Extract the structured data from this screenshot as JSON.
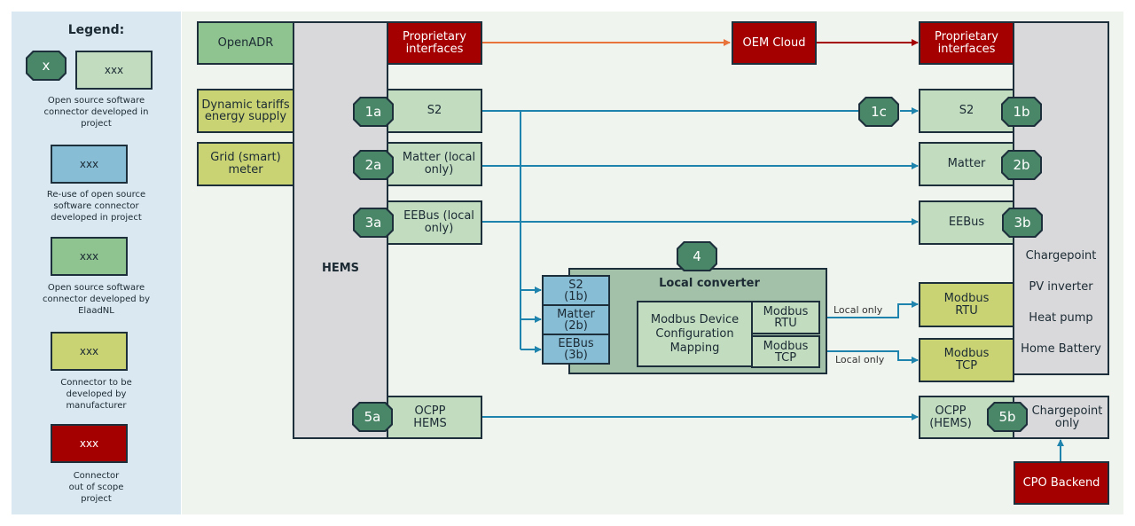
{
  "legend": {
    "title": "Legend:",
    "badge_sample": "x",
    "sample_text": "xxx",
    "items": [
      {
        "kind": "open-source-project",
        "color": "#c2dcc0",
        "description": "Open source software connector developed in project"
      },
      {
        "kind": "reuse-open-source",
        "color": "#88bdd6",
        "description": "Re-use of open source software connector developed in project"
      },
      {
        "kind": "open-source-elaadnl",
        "color": "#8fc38f",
        "description": "Open source software connector developed by ElaadNL"
      },
      {
        "kind": "manufacturer",
        "color": "#c9d374",
        "description": "Connector to be developed by manufacturer"
      },
      {
        "kind": "out-of-scope",
        "color": "#a50000",
        "description": "Connector out of scope project"
      }
    ]
  },
  "hems": {
    "label": "HEMS",
    "inputs": {
      "openadr": "OpenADR",
      "dynamic_tariffs": "Dynamic tariffs energy supply",
      "grid_meter": "Grid (smart) meter"
    },
    "connectors": {
      "proprietary": "Proprietary interfaces",
      "s2": "S2",
      "matter": "Matter (local only)",
      "eebus": "EEBus (local only)",
      "ocpp": "OCPP HEMS"
    },
    "badges": {
      "s2": "1a",
      "matter": "2a",
      "eebus": "3a",
      "ocpp": "5a"
    }
  },
  "oem_cloud": "OEM Cloud",
  "middle_badge_1c": "1c",
  "local_converter": {
    "badge": "4",
    "title": "Local converter",
    "inputs": [
      "S2 (1b)",
      "Matter (2b)",
      "EEBus (3b)"
    ],
    "mapping": "Modbus Device Configuration Mapping",
    "outputs": [
      "Modbus RTU",
      "Modbus TCP"
    ],
    "output_link_label": "Local only"
  },
  "device": {
    "label_lines": [
      "Chargepoint",
      "PV inverter",
      "Heat pump",
      "Home Battery"
    ],
    "connectors": {
      "proprietary": "Proprietary interfaces",
      "s2": "S2",
      "matter": "Matter",
      "eebus": "EEBus",
      "modbus_rtu": "Modbus RTU",
      "modbus_tcp": "Modbus TCP",
      "ocpp": "OCPP (HEMS)"
    },
    "badges": {
      "s2": "1b",
      "matter": "2b",
      "eebus": "3b",
      "ocpp": "5b"
    },
    "chargepoint_only": "Chargepoint only",
    "cpo_backend": "CPO Backend"
  },
  "colors": {
    "link_blue": "#1f84ad",
    "link_orange": "#e8743b",
    "link_red": "#a50000"
  }
}
